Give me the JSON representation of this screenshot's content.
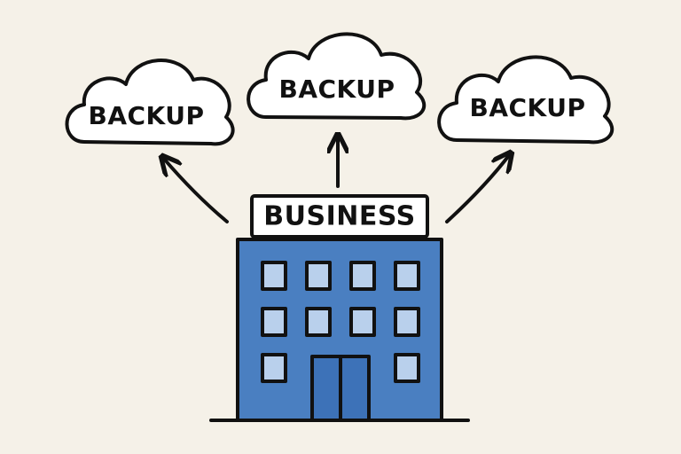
{
  "diagram": {
    "center_node": {
      "label": "BUSINESS",
      "icon": "office-building-icon"
    },
    "backup_nodes": [
      {
        "label": "BACKUP",
        "icon": "cloud-icon"
      },
      {
        "label": "BACKUP",
        "icon": "cloud-icon"
      },
      {
        "label": "BACKUP",
        "icon": "cloud-icon"
      }
    ],
    "connections": [
      {
        "from": "BUSINESS",
        "to": "BACKUP",
        "direction": "up-left"
      },
      {
        "from": "BUSINESS",
        "to": "BACKUP",
        "direction": "up"
      },
      {
        "from": "BUSINESS",
        "to": "BACKUP",
        "direction": "up-right"
      }
    ],
    "colors": {
      "background": "#f5f1e8",
      "outline": "#111111",
      "building": "#4a7fc1",
      "window": "#b9d0ec",
      "door": "#3d72b8",
      "cloud_fill": "#ffffff",
      "sign_fill": "#ffffff"
    }
  }
}
